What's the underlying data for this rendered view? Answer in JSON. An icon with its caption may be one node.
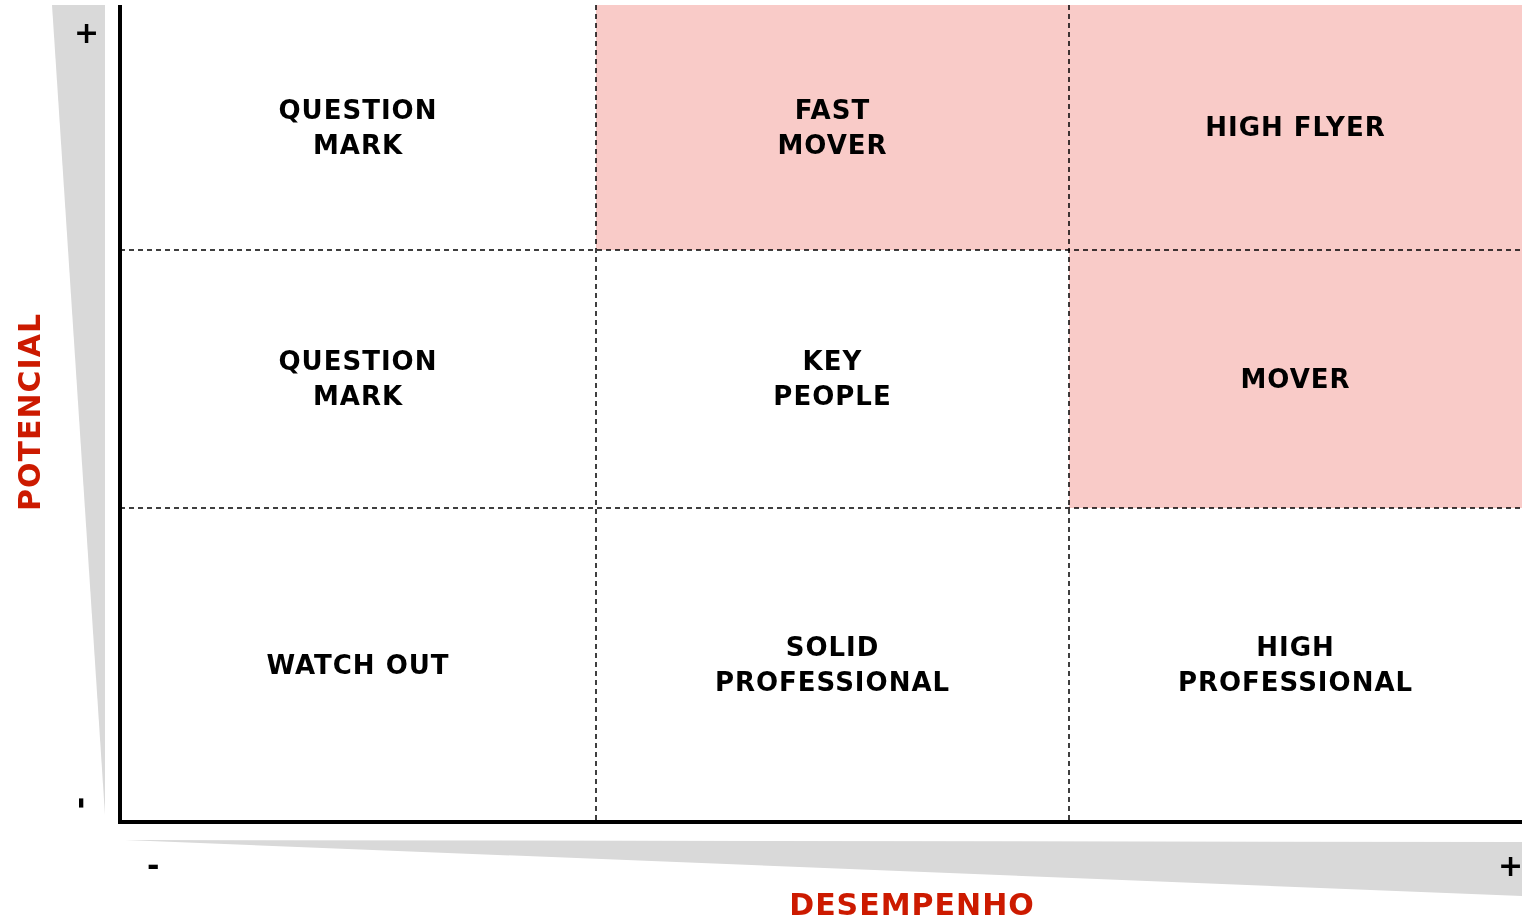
{
  "diagram": {
    "nodes": [
      {
        "text": [
          "QUESTION MARK"
        ]
      },
      {
        "text": [
          "FAST MOVER"
        ]
      },
      {
        "text": [
          "HIGH FLYER"
        ]
      },
      {
        "text": [
          "QUESTION MARK"
        ]
      },
      {
        "text": [
          "KEY PEOPLE"
        ]
      },
      {
        "text": [
          "MOVER"
        ]
      },
      {
        "text": [
          "WATCH OUT"
        ]
      },
      {
        "text": [
          "SOLID PROFESSIONAL"
        ]
      },
      {
        "text": [
          "HIGH PROFESSIONAL"
        ]
      }
    ],
    "labels": [
      "+",
      "POTENCIAL",
      "-",
      "-",
      "+",
      "DESEMPENHO"
    ]
  }
}
